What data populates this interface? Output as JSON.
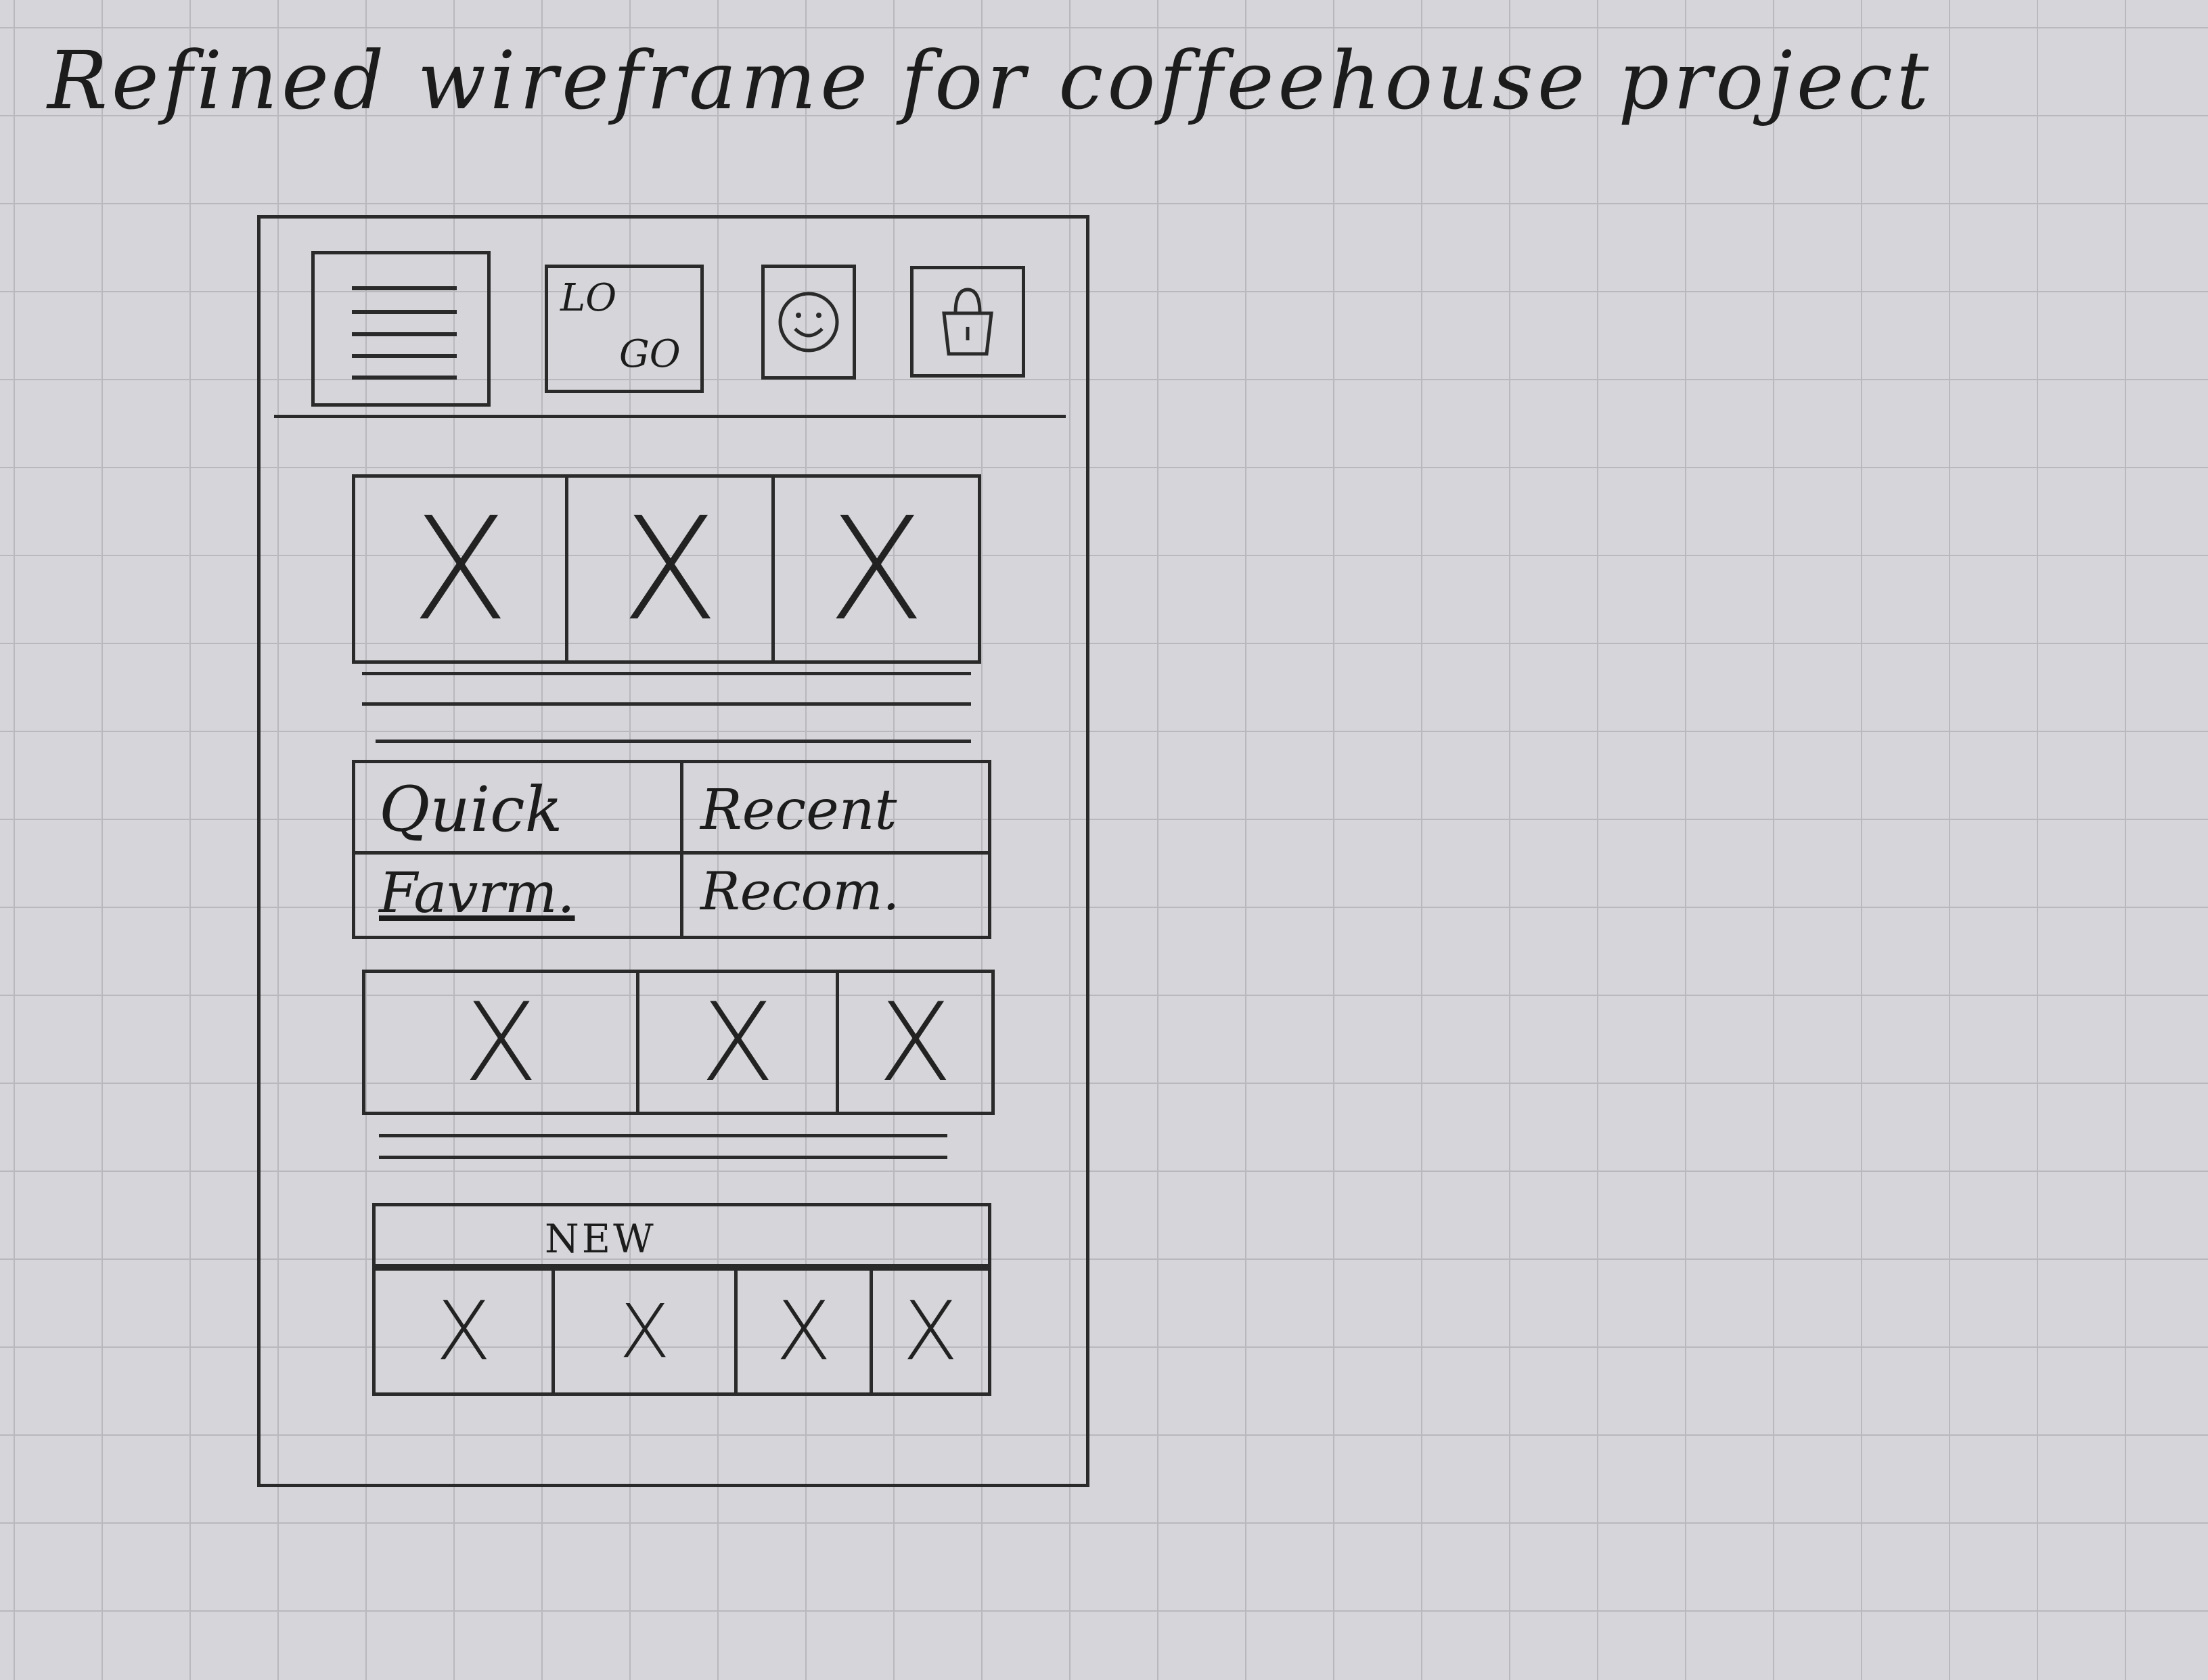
{
  "title": "Refined wireframe for coffeehouse project",
  "header": {
    "logo_line1": "LO",
    "logo_line2": "GO",
    "menu_icon": "hamburger-menu-icon",
    "profile_icon": "smiley-face-icon",
    "cart_icon": "shopping-bag-icon"
  },
  "carousel_top": {
    "cells": [
      "X",
      "X",
      "X"
    ]
  },
  "quick_links": {
    "quick": "Quick",
    "favorites": "Favrm.",
    "recent": "Recent",
    "recommended": "Recom."
  },
  "carousel_middle": {
    "cells": [
      "X",
      "X",
      "X"
    ]
  },
  "new_section": {
    "label": "NEW",
    "cells": [
      "X",
      "X",
      "X",
      "X"
    ]
  },
  "colors": {
    "paper": "#d6d5d9",
    "grid": "#b9b8bd",
    "ink": "#2a2a2a"
  }
}
